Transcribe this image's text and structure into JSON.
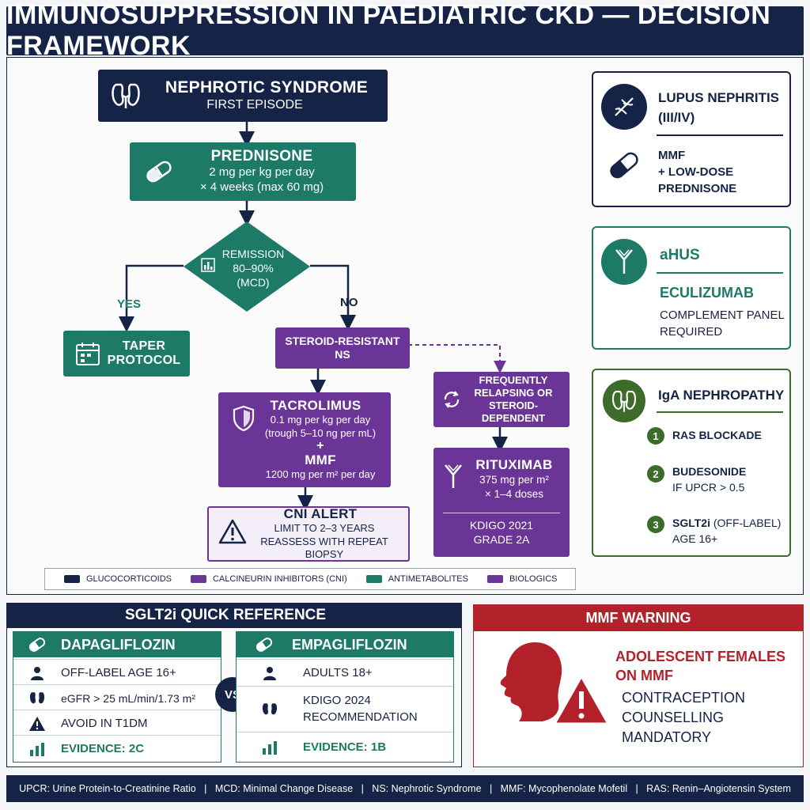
{
  "title": "IMMUNOSUPPRESSION IN PAEDIATRIC CKD — DECISION FRAMEWORK",
  "flow": {
    "start": {
      "title": "NEPHROTIC SYNDROME",
      "subtitle": "FIRST EPISODE"
    },
    "prednisone": {
      "title": "PREDNISONE",
      "line1": "2 mg per kg per day",
      "line2": "× 4 weeks (max 60 mg)"
    },
    "remission": {
      "line1": "REMISSION",
      "line2": "80–90%",
      "line3": "(MCD)"
    },
    "yes_label": "YES",
    "no_label": "NO",
    "taper": {
      "line1": "TAPER",
      "line2": "PROTOCOL"
    },
    "steroid_resistant": {
      "line1": "STEROID-RESISTANT",
      "line2": "NS"
    },
    "frequently_relapsing": {
      "line1": "FREQUENTLY",
      "line2": "RELAPSING OR",
      "line3": "STEROID-DEPENDENT"
    },
    "tacrolimus": {
      "title": "TACROLIMUS",
      "line1": "0.1 mg per kg per day",
      "line2": "(trough 5–10 ng per mL)",
      "plus": "+",
      "mmf": "MMF",
      "line3": "1200 mg per m² per day"
    },
    "rituximab": {
      "title": "RITUXIMAB",
      "line1": "375 mg per m²",
      "line2": "× 1–4 doses",
      "line3": "KDIGO 2021",
      "line4": "GRADE 2A"
    },
    "cni_alert": {
      "title": "CNI ALERT",
      "line1": "LIMIT TO 2–3 YEARS",
      "line2": "REASSESS WITH REPEAT BIOPSY"
    }
  },
  "lupus": {
    "title1": "LUPUS NEPHRITIS",
    "title2": "(III/IV)",
    "line1": "MMF",
    "line2": "+ LOW-DOSE",
    "line3": "PREDNISONE"
  },
  "ahus": {
    "title": "aHUS",
    "drug": "ECULIZUMAB",
    "line1": "COMPLEMENT PANEL",
    "line2": "REQUIRED"
  },
  "iga": {
    "title": "IgA NEPHROPATHY",
    "steps": [
      {
        "num": "1",
        "line1": "RAS BLOCKADE",
        "line2": ""
      },
      {
        "num": "2",
        "line1": "BUDESONIDE",
        "line2": "IF UPCR > 0.5"
      },
      {
        "num": "3",
        "line1": "SGLT2i",
        "line1b": "(OFF-LABEL)",
        "line2": "AGE 16+"
      }
    ]
  },
  "legend": [
    {
      "label": "GLUCOCORTICOIDS",
      "color": "#142346"
    },
    {
      "label": "CALCINEURIN INHIBITORS (CNI)",
      "color": "#6a3596"
    },
    {
      "label": "ANTIMETABOLITES",
      "color": "#1c7a66"
    },
    {
      "label": "BIOLOGICS",
      "color": "#6a3596"
    }
  ],
  "sglt2i": {
    "header": "SGLT2i QUICK REFERENCE",
    "vs": "VS",
    "dapagliflozin": {
      "name": "DAPAGLIFLOZIN",
      "rows": [
        "OFF-LABEL AGE 16+",
        "eGFR > 25 mL/min/1.73 m²",
        "AVOID IN T1DM",
        "EVIDENCE: 2C"
      ]
    },
    "empagliflozin": {
      "name": "EMPAGLIFLOZIN",
      "rows": [
        "ADULTS 18+",
        "KDIGO 2024",
        "RECOMMENDATION",
        "EVIDENCE: 1B"
      ]
    }
  },
  "mmf_warning": {
    "header": "MMF WARNING",
    "line1": "ADOLESCENT FEMALES",
    "line2": "ON MMF",
    "line3": "CONTRACEPTION",
    "line4": "COUNSELLING",
    "line5": "MANDATORY"
  },
  "footer": "UPCR: Urine Protein-to-Creatinine Ratio   |   MCD: Minimal Change Disease   |   NS: Nephrotic Syndrome   |   MMF: Mycophenolate Mofetil   |   RAS: Renin–Angiotensin System",
  "colors": {
    "navy": "#142346",
    "teal": "#1c7a66",
    "purple": "#6a3596",
    "red": "#b3222a",
    "olive": "#3d6b2a"
  }
}
